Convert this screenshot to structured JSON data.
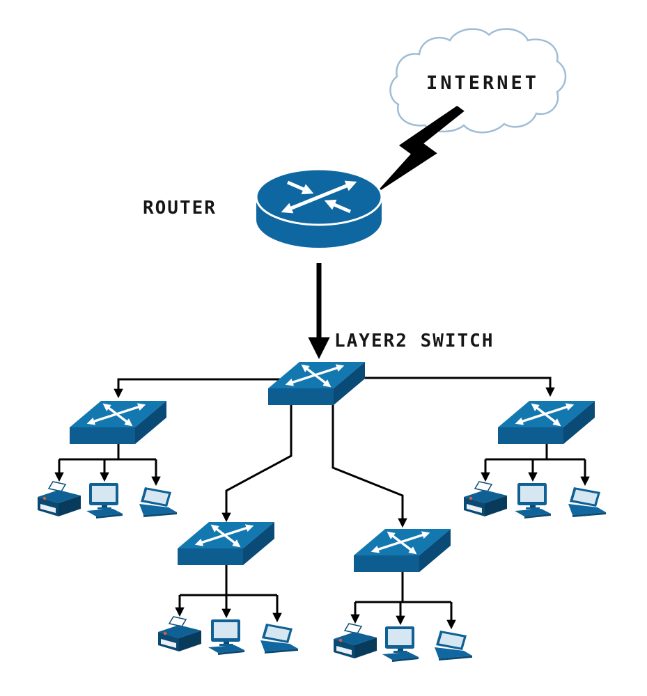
{
  "diagram": {
    "labels": {
      "internet": "INTERNET",
      "router": "ROUTER",
      "layer2_switch": "LAYER2 SWITCH"
    },
    "colors": {
      "node_blue": "#11689E",
      "node_blue_dark": "#0B4E7A",
      "node_blue_deepest": "#083B5C",
      "screen_light": "#D7E7F2",
      "line_black": "#000000",
      "cloud_outline": "#9FBCD6",
      "bolt_black": "#000000",
      "background": "#FFFFFF"
    },
    "nodes": {
      "internet": {
        "type": "cloud-icon"
      },
      "router": {
        "type": "router-icon"
      },
      "layer2_switch": {
        "type": "switch-icon"
      },
      "access_switches": [
        {
          "id": "access-switch-left",
          "devices": [
            "printer",
            "desktop-computer",
            "laptop"
          ]
        },
        {
          "id": "access-switch-mid-left",
          "devices": [
            "printer",
            "desktop-computer",
            "laptop"
          ]
        },
        {
          "id": "access-switch-mid-right",
          "devices": [
            "printer",
            "desktop-computer",
            "laptop"
          ]
        },
        {
          "id": "access-switch-right",
          "devices": [
            "printer",
            "desktop-computer",
            "laptop"
          ]
        }
      ]
    },
    "connections": [
      {
        "from": "internet",
        "to": "router",
        "style": "lightning-bolt"
      },
      {
        "from": "router",
        "to": "layer2_switch",
        "style": "thick-arrow"
      },
      {
        "from": "layer2_switch",
        "to": "access-switch-left",
        "style": "arrow"
      },
      {
        "from": "layer2_switch",
        "to": "access-switch-mid-left",
        "style": "arrow"
      },
      {
        "from": "layer2_switch",
        "to": "access-switch-mid-right",
        "style": "arrow"
      },
      {
        "from": "layer2_switch",
        "to": "access-switch-right",
        "style": "arrow"
      },
      {
        "from": "each-access-switch",
        "to": "printer, desktop-computer, laptop",
        "style": "arrow"
      }
    ]
  }
}
